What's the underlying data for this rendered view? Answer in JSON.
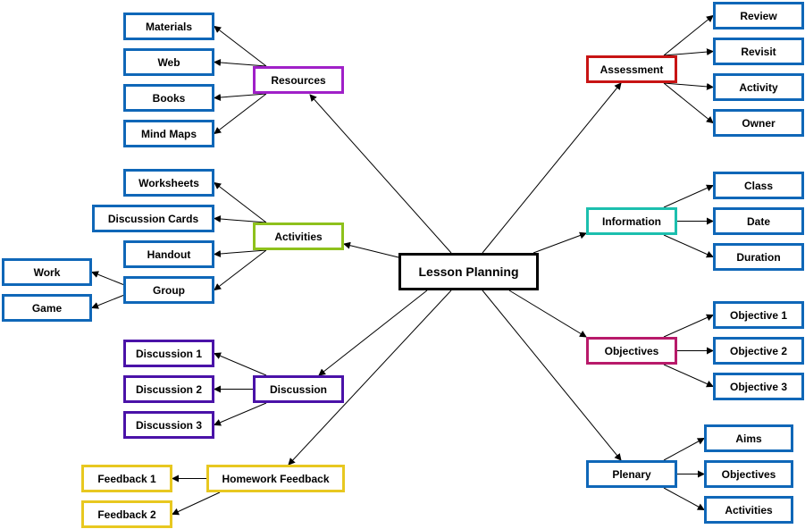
{
  "title": "Lesson Planning",
  "colors": {
    "root": "#000000",
    "leaf": "#0f67b8",
    "resources": "#a020c8",
    "activities": "#8ec11c",
    "discussion": "#4a12a8",
    "homework": "#e8c820",
    "assessment": "#c81414",
    "information": "#1cbfae",
    "objectives": "#b81a6a",
    "plenary": "#0f67b8"
  },
  "branches": [
    {
      "id": "resources",
      "label": "Resources",
      "children": [
        "Materials",
        "Web",
        "Books",
        "Mind Maps"
      ]
    },
    {
      "id": "activities",
      "label": "Activities",
      "children": [
        "Worksheets",
        "Discussion Cards",
        "Handout",
        "Group"
      ],
      "grandchildren": {
        "Group": [
          "Work",
          "Game"
        ]
      }
    },
    {
      "id": "discussion",
      "label": "Discussion",
      "children": [
        "Discussion 1",
        "Discussion 2",
        "Discussion 3"
      ]
    },
    {
      "id": "homework",
      "label": "Homework Feedback",
      "children": [
        "Feedback 1",
        "Feedback 2"
      ]
    },
    {
      "id": "assessment",
      "label": "Assessment",
      "children": [
        "Review",
        "Revisit",
        "Activity",
        "Owner"
      ]
    },
    {
      "id": "information",
      "label": "Information",
      "children": [
        "Class",
        "Date",
        "Duration"
      ]
    },
    {
      "id": "objectives",
      "label": "Objectives",
      "children": [
        "Objective 1",
        "Objective 2",
        "Objective 3"
      ]
    },
    {
      "id": "plenary",
      "label": "Plenary",
      "children": [
        "Aims",
        "Objectives",
        "Activities"
      ]
    }
  ]
}
